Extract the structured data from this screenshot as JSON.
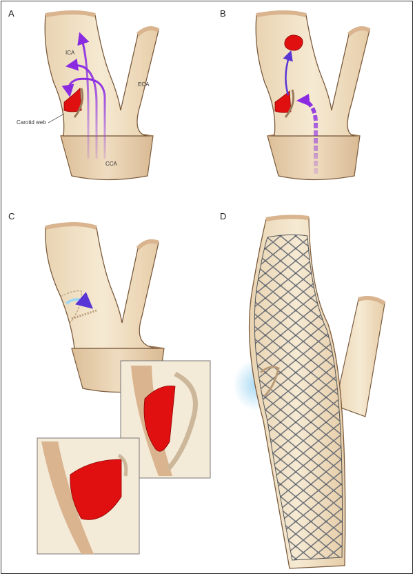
{
  "panels": {
    "a": {
      "letter": "A"
    },
    "b": {
      "letter": "B"
    },
    "c": {
      "letter": "C"
    },
    "d": {
      "letter": "D"
    }
  },
  "labels": {
    "ica": "ICA",
    "eca": "ECA",
    "cca": "CCA",
    "carotid_web": "Carotid web"
  },
  "colors": {
    "vessel_fill": "#f2e3c6",
    "vessel_wall": "#d9b48f",
    "vessel_outline": "#7a5a3c",
    "cca_band": "#e7cfae",
    "thrombus": "#e01010",
    "flow_arrow": "#8a2be2",
    "embolus_arrow": "#5a35d6",
    "stent_metal": "#6b6f77",
    "highlight_glow": "#9fd6f2"
  }
}
